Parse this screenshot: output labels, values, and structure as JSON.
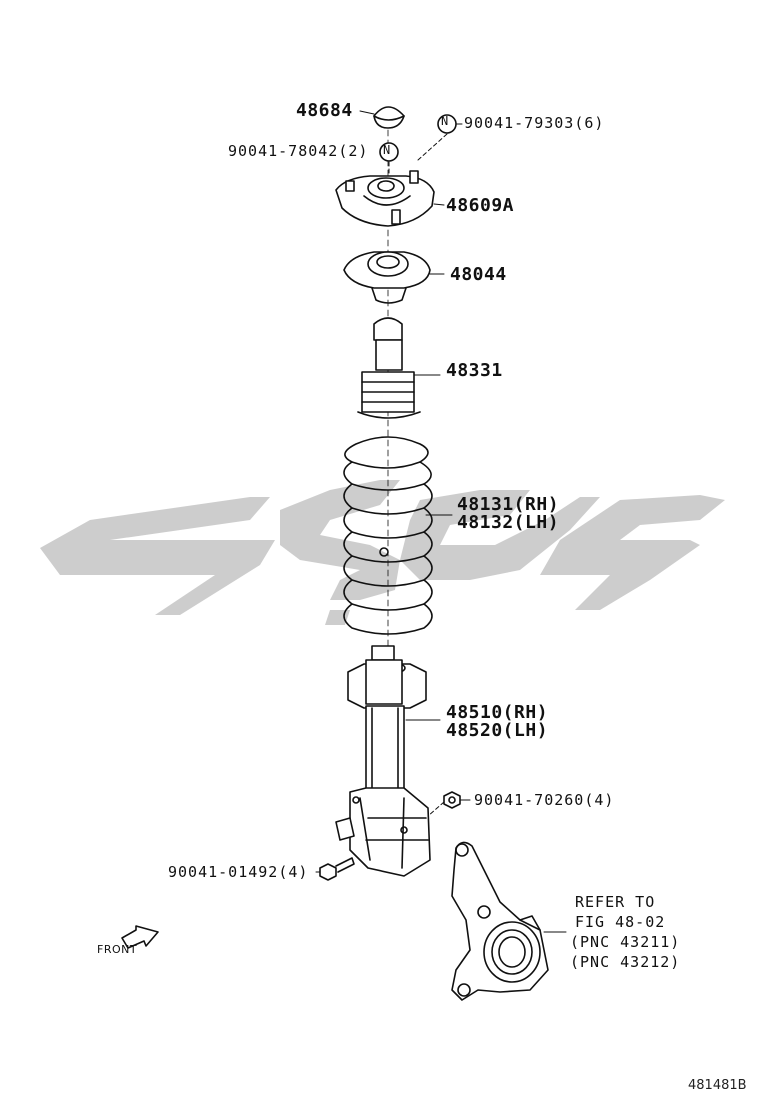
{
  "parts": {
    "p48684": "48684",
    "p90041_79303": "90041-79303(6)",
    "p90041_78042": "90041-78042(2)",
    "p48609A": "48609A",
    "p48044": "48044",
    "p48331": "48331",
    "p48131": "48131(RH)",
    "p48132": "48132(LH)",
    "p48510": "48510(RH)",
    "p48520": "48520(LH)",
    "p90041_70260": "90041-70260(4)",
    "p90041_01492": "90041-01492(4)"
  },
  "nut_marker": "N",
  "note": {
    "line1": "REFER TO",
    "line2": "FIG 48-02",
    "line3": "(PNC 43211)",
    "line4": "(PNC 43212)"
  },
  "front_label": "FRONT",
  "diagram_code": "481481B",
  "colors": {
    "line": "#111111",
    "watermark": "#c8c8c8"
  }
}
